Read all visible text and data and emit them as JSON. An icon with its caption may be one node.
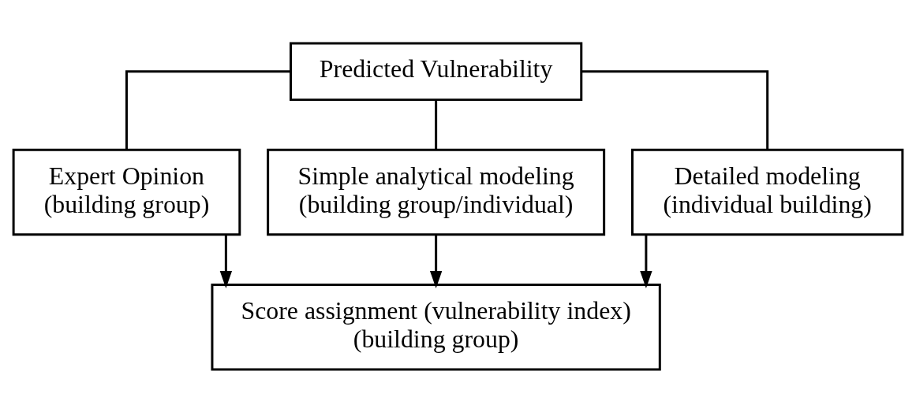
{
  "diagram": {
    "nodes": [
      {
        "text": [
          "Predicted Vulnerability"
        ]
      },
      {
        "text": [
          "Expert Opinion",
          "(building group)"
        ]
      },
      {
        "text": [
          "Simple analytical modeling",
          "(building group/individual)"
        ]
      },
      {
        "text": [
          "Detailed modeling",
          "(individual building)"
        ]
      },
      {
        "text": [
          "Score assignment (vulnerability index)",
          "(building group)"
        ]
      }
    ],
    "edges": [
      {
        "from": 0,
        "to": 1,
        "arrow": "none"
      },
      {
        "from": 0,
        "to": 2,
        "arrow": "none"
      },
      {
        "from": 0,
        "to": 3,
        "arrow": "none"
      },
      {
        "from": 1,
        "to": 4,
        "arrow": "to"
      },
      {
        "from": 2,
        "to": 4,
        "arrow": "to"
      },
      {
        "from": 3,
        "to": 4,
        "arrow": "to"
      }
    ]
  }
}
